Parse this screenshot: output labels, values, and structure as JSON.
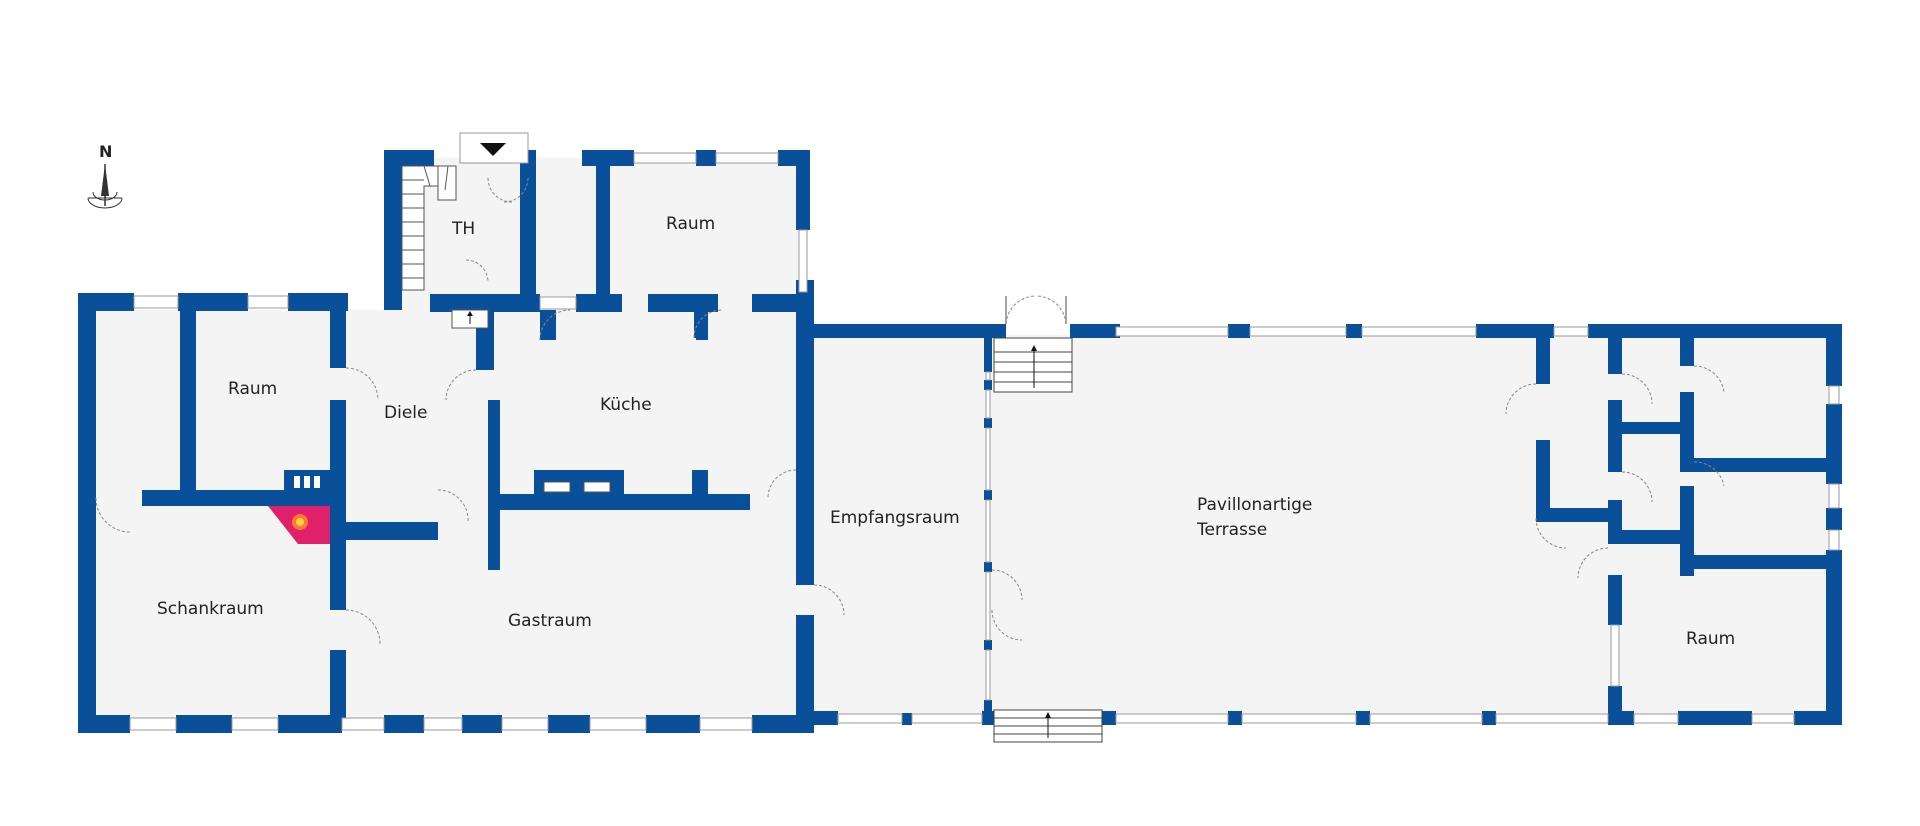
{
  "compass": {
    "label": "N",
    "icon": "north-arrow-icon"
  },
  "rooms": {
    "th": "TH",
    "raum_north": "Raum",
    "raum_west": "Raum",
    "diele": "Diele",
    "kueche": "Küche",
    "empfangsraum": "Empfangsraum",
    "pavillon_line1": "Pavillonartige",
    "pavillon_line2": "Terrasse",
    "schankraum": "Schankraum",
    "gastraum": "Gastraum",
    "raum_east": "Raum"
  },
  "colors": {
    "wall": "#0a4f9a",
    "floor": "#f4f4f4",
    "window": "#ffffff",
    "fireplace": "#e0206a",
    "door_swing": "#8a8a8a"
  }
}
